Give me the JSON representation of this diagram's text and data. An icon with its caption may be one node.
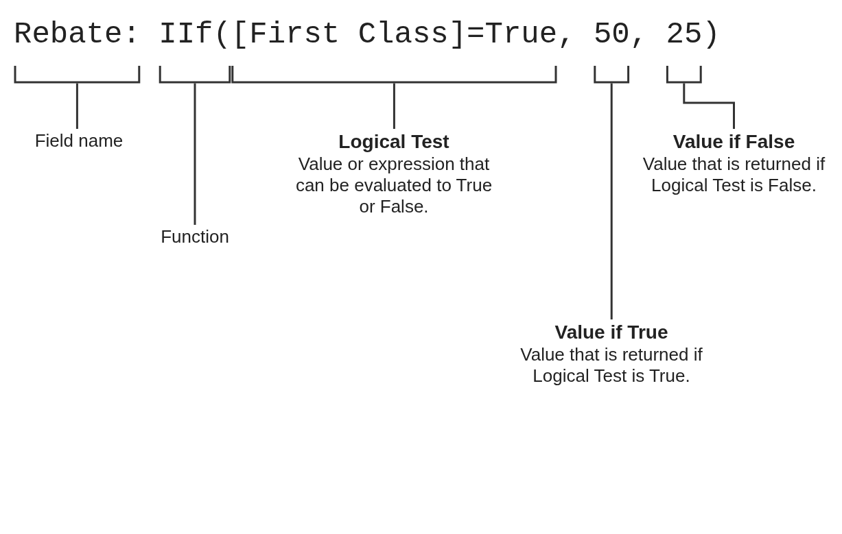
{
  "diagram": {
    "nodes": [
      {
        "text": [
          "Field name"
        ]
      },
      {
        "text": [
          "Function"
        ]
      },
      {
        "text": [
          "Logical Test",
          "Value or expression that can be evaluated to True or False."
        ]
      },
      {
        "text": [
          "Value if False",
          "Value that is returned if Logical Test is False."
        ]
      },
      {
        "text": [
          "Value if True",
          "Value that is returned if Logical Test is True."
        ]
      },
      {
        "text": [],
        "shape": "bracket"
      },
      {
        "text": [],
        "shape": "bracket"
      },
      {
        "text": [],
        "shape": "bracket"
      },
      {
        "text": [],
        "shape": "bracket"
      },
      {
        "text": [],
        "shape": "bracket"
      }
    ],
    "edges": [
      {
        "from": 0,
        "to": 5,
        "arrow": "none"
      },
      {
        "from": 1,
        "to": 6,
        "arrow": "none"
      },
      {
        "from": 2,
        "to": 7,
        "arrow": "none"
      },
      {
        "from": 3,
        "to": 9,
        "arrow": "none"
      },
      {
        "from": 4,
        "to": 8,
        "arrow": "none"
      }
    ],
    "labels": [
      "Rebate: IIf([First Class]=True, 50, 25)"
    ]
  }
}
